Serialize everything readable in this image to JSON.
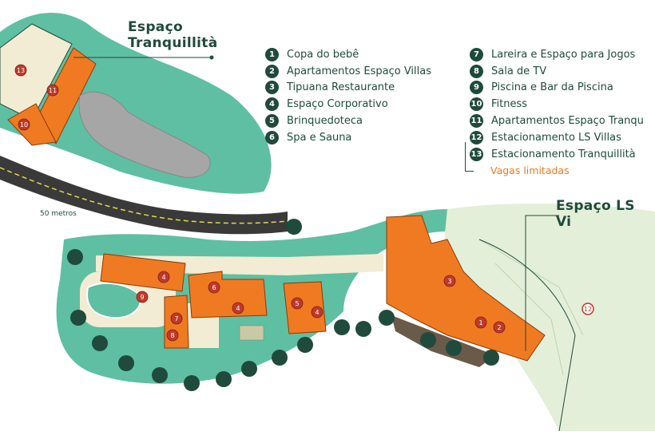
{
  "titles": {
    "tranquillita": [
      "Espaço",
      "Tranquillità"
    ],
    "ls_villas": "Espaço LS Vi"
  },
  "scale_label": "50 metros",
  "legend_left": [
    {
      "num": "1",
      "label": "Copa do bebê"
    },
    {
      "num": "2",
      "label": "Apartamentos Espaço Villas"
    },
    {
      "num": "3",
      "label": "Tipuana Restaurante"
    },
    {
      "num": "4",
      "label": "Espaço Corporativo"
    },
    {
      "num": "5",
      "label": "Brinquedoteca"
    },
    {
      "num": "6",
      "label": "Spa e Sauna"
    }
  ],
  "legend_right": [
    {
      "num": "7",
      "label": "Lareira e Espaço para Jogos"
    },
    {
      "num": "8",
      "label": "Sala de TV"
    },
    {
      "num": "9",
      "label": "Piscina e Bar da Piscina"
    },
    {
      "num": "10",
      "label": "Fitness"
    },
    {
      "num": "11",
      "label": "Apartamentos Espaço Tranqu"
    },
    {
      "num": "12",
      "label": "Estacionamento LS Villas"
    },
    {
      "num": "13",
      "label": "Estacionamento Tranquillità"
    }
  ],
  "limited_parking_note": "Vagas limitadas",
  "map_markers": [
    "13",
    "11",
    "10",
    "4",
    "6",
    "4",
    "9",
    "7",
    "8",
    "5",
    "4",
    "3",
    "1",
    "2",
    "12"
  ],
  "colors": {
    "dark_green": "#1f4a3c",
    "teal_green": "#5fbfa2",
    "building_orange": "#f07a22",
    "marker_red": "#c0392b",
    "beige": "#f1ecd3",
    "parking_green": "#e4efd9",
    "road_gray": "#3a3a3a",
    "highlight_orange": "#f07a22"
  }
}
